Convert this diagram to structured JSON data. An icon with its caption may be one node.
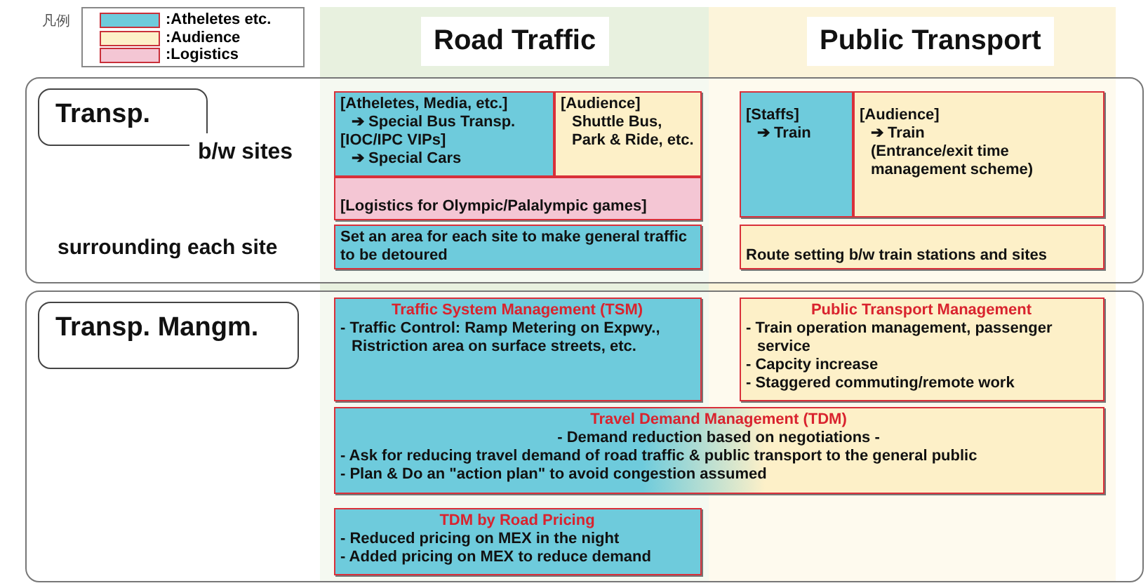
{
  "diagram": {
    "nodes": [
      {
        "text": [],
        "shape": "box"
      },
      {
        "text": [
          "Transp."
        ],
        "in": 0
      },
      {
        "text": [
          "[Atheletes, Media, etc.]",
          "➔ Special Bus Transp.",
          "[IOC/IPC VIPs]",
          "➔ Special Cars"
        ],
        "in": 0
      },
      {
        "text": [
          "[Audience]",
          "Shuttle Bus, Park & Ride, etc."
        ],
        "in": 0
      },
      {
        "text": [
          "[Logistics for Olympic/Palalympic games]"
        ],
        "in": 0
      },
      {
        "text": [
          "Set an area for each site to make general traffic to be detoured"
        ],
        "in": 0
      },
      {
        "text": [
          "[Staffs]",
          "➔ Train"
        ],
        "in": 0
      },
      {
        "text": [
          "[Audience]",
          "➔ Train",
          "(Entrance/exit time management scheme)"
        ],
        "in": 0
      },
      {
        "text": [
          "Route setting b/w train stations and sites"
        ],
        "in": 0
      },
      {
        "text": [],
        "shape": "box"
      },
      {
        "text": [
          "Transp. Mangm."
        ],
        "in": 9
      },
      {
        "text": [
          "Traffic System Management (TSM)",
          "- Traffic Control: Ramp Metering on Expwy., Ristriction area on surface streets, etc."
        ],
        "in": 9
      },
      {
        "text": [
          "Public Transport Management",
          "- Train operation management, passenger service",
          "- Capcity increase",
          "- Staggered commuting/remote work"
        ],
        "in": 9
      },
      {
        "text": [
          "Travel Demand Management (TDM)",
          "- Demand reduction based on negotiations -",
          "- Ask for reducing travel demand of road traffic & public transport to the general public",
          "- Plan & Do an \"action plan\" to avoid congestion assumed"
        ],
        "in": 9
      },
      {
        "text": [
          "TDM by Road Pricing",
          "- Reduced pricing on MEX in the night",
          "- Added pricing on MEX to reduce demand"
        ],
        "in": 9
      }
    ],
    "labels": [
      "凡例",
      "Road Traffic",
      "Public Transport",
      "b/w sites",
      "surrounding each site"
    ],
    "legend": [
      {
        "text": ":Atheletes etc.",
        "color": "#6ecbdc"
      },
      {
        "text": ":Audience",
        "color": "#fdf0c8"
      },
      {
        "text": ":Logistics",
        "color": "#f4c6d4"
      }
    ]
  }
}
